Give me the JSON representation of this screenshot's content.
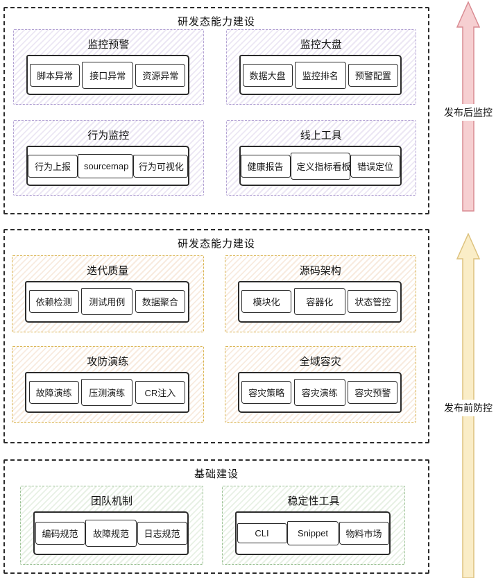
{
  "page": {
    "background": "#ffffff"
  },
  "sections": [
    {
      "id": "runtime-capability",
      "title": "研发态能力建设",
      "theme": "purple",
      "groups": [
        {
          "title": "监控预警",
          "items": [
            "脚本异常",
            "接口异常",
            "资源异常"
          ]
        },
        {
          "title": "监控大盘",
          "items": [
            "数据大盘",
            "监控排名",
            "预警配置"
          ]
        },
        {
          "title": "行为监控",
          "items": [
            "行为上报",
            "sourcemap",
            "行为可视化"
          ]
        },
        {
          "title": "线上工具",
          "items": [
            "健康报告",
            "定义指标看板",
            "错误定位"
          ]
        }
      ]
    },
    {
      "id": "dev-capability",
      "title": "研发态能力建设",
      "theme": "yellow",
      "groups": [
        {
          "title": "迭代质量",
          "items": [
            "依赖检测",
            "测试用例",
            "数据聚合"
          ]
        },
        {
          "title": "源码架构",
          "items": [
            "模块化",
            "容器化",
            "状态管控"
          ]
        },
        {
          "title": "攻防演练",
          "items": [
            "故障演练",
            "压测演练",
            "CR注入"
          ]
        },
        {
          "title": "全域容灾",
          "items": [
            "容灾策略",
            "容灾演练",
            "容灾预警"
          ]
        }
      ]
    },
    {
      "id": "foundation",
      "title": "基础建设",
      "theme": "green",
      "groups": [
        {
          "title": "团队机制",
          "items": [
            "编码规范",
            "故障规范",
            "日志规范"
          ]
        },
        {
          "title": "稳定性工具",
          "items": [
            "CLI",
            "Snippet",
            "物料市场"
          ]
        }
      ]
    }
  ],
  "themes": {
    "purple": {
      "border": "#b2a1d3",
      "hatch": "#ece7f4"
    },
    "yellow": {
      "border": "#d9b44e",
      "hatch": "#f8ebdf"
    },
    "green": {
      "border": "#9cc295",
      "hatch": "#e8f1e5"
    }
  },
  "arrows": [
    {
      "label": "发布后监控",
      "fill": "#f6cfd1",
      "stroke": "#d98b92"
    },
    {
      "label": "发布前防控",
      "fill": "#faedc7",
      "stroke": "#ddc27e"
    }
  ]
}
